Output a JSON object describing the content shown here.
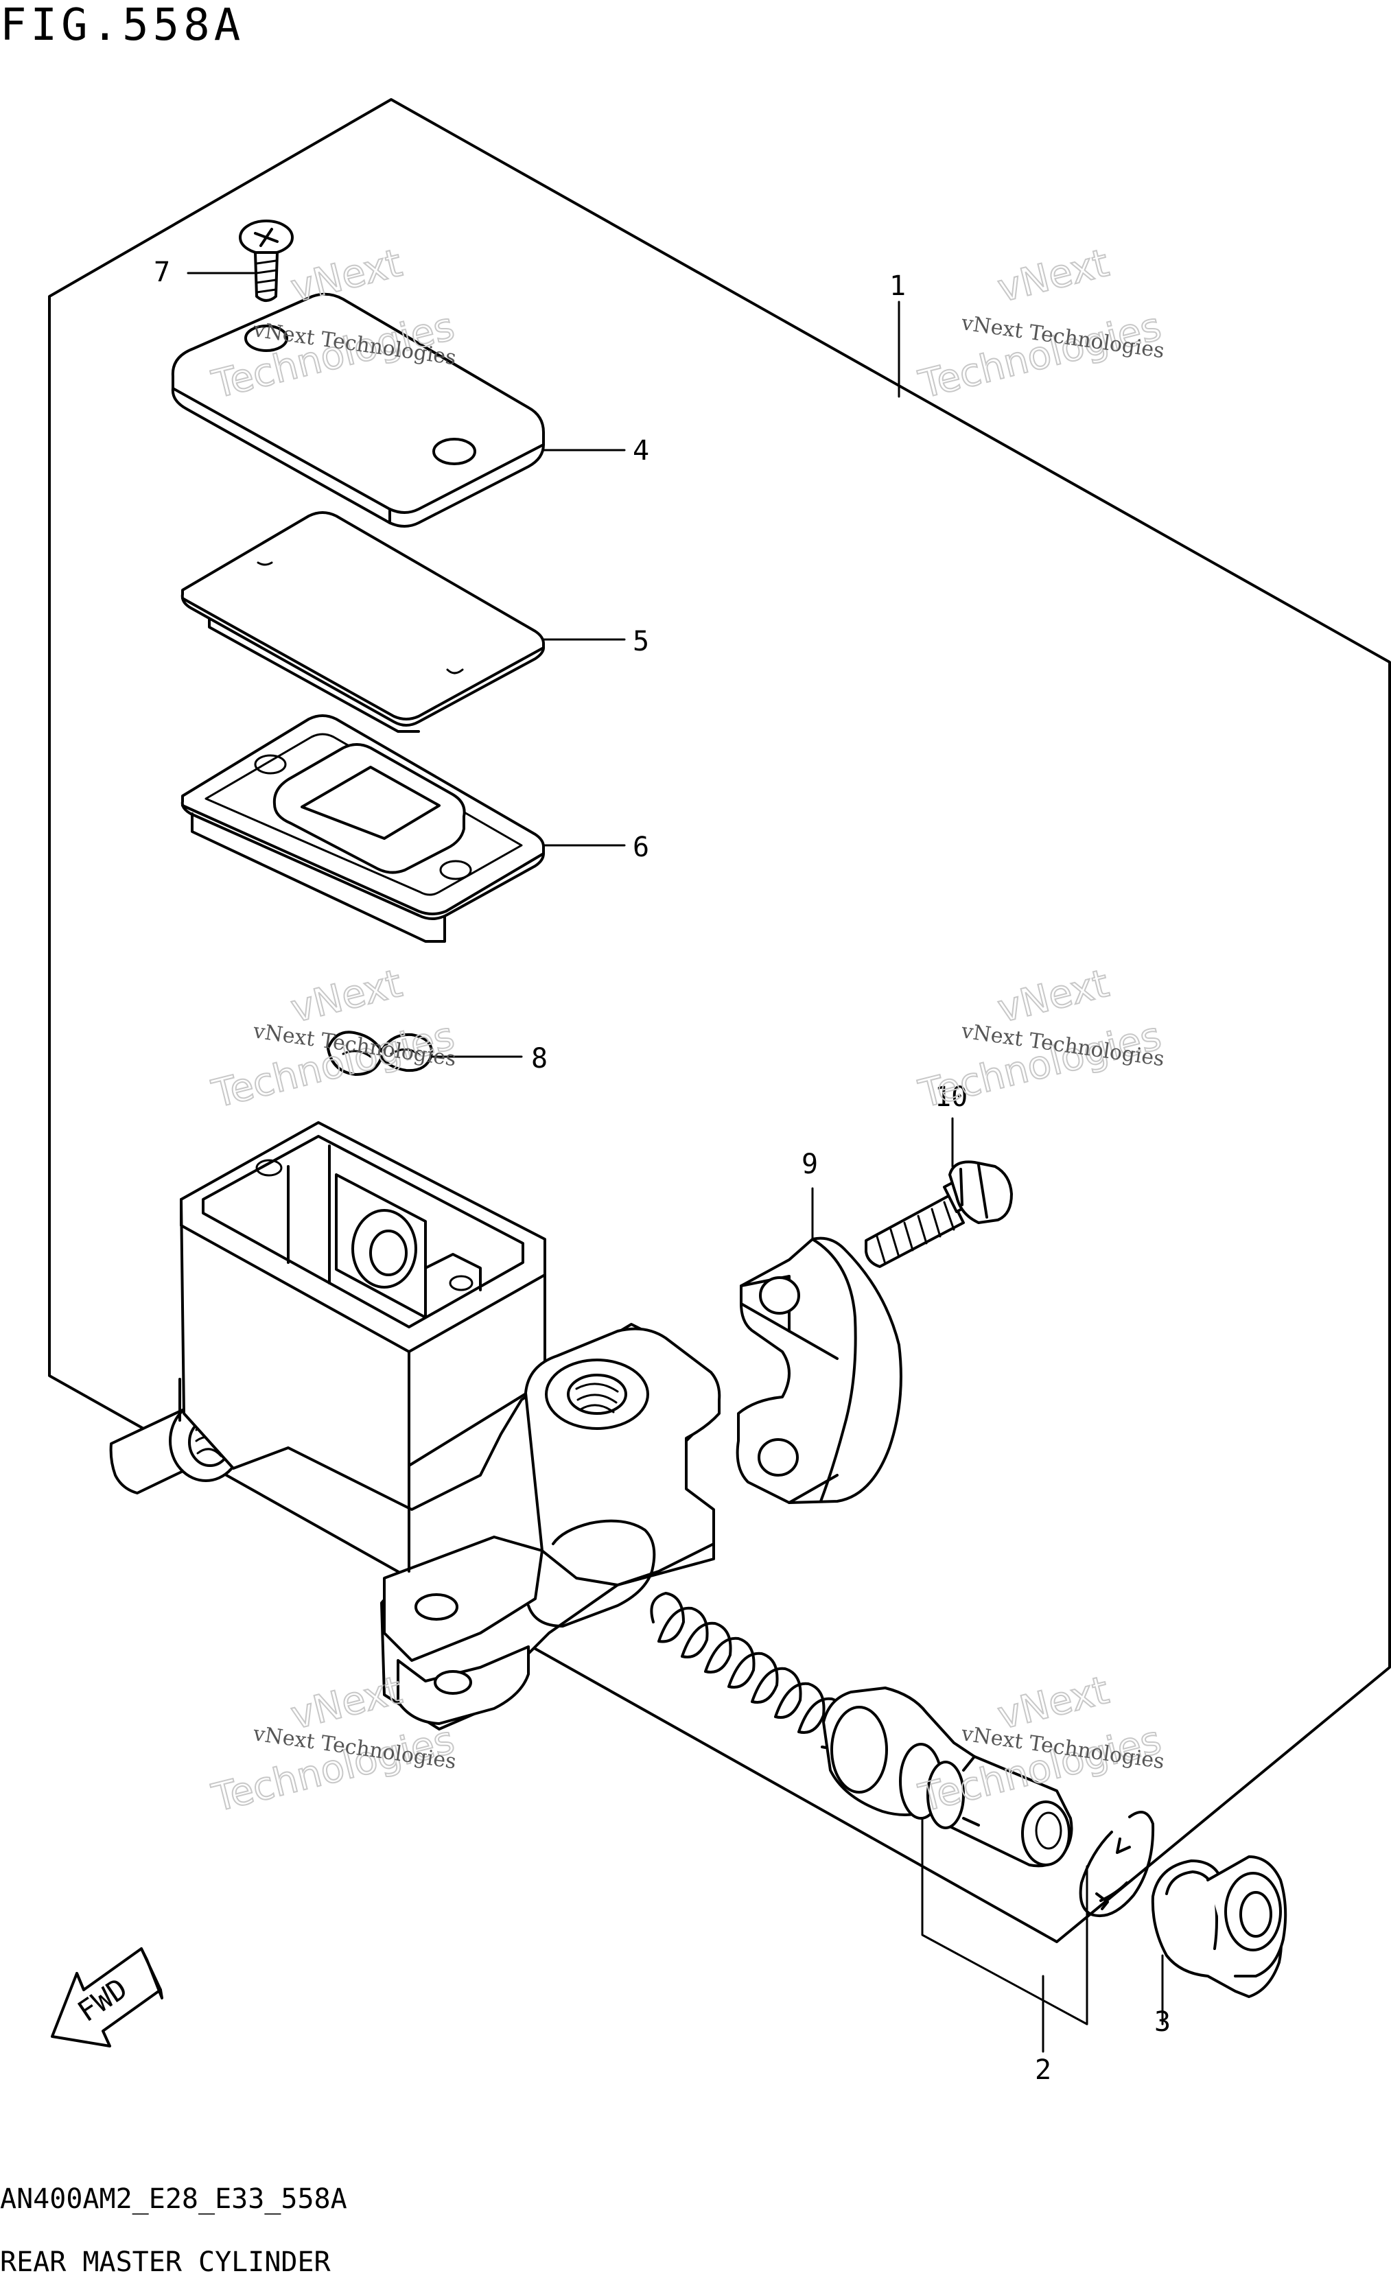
{
  "figure_title": "FIG.558A",
  "footer": {
    "model_code": "AN400AM2_E28_E33_558A",
    "caption": "REAR MASTER CYLINDER"
  },
  "watermark": {
    "line1": "vNext Technologies",
    "line2a": "vNext",
    "line2b": "Technologies"
  },
  "callouts": [
    "1",
    "2",
    "3",
    "4",
    "5",
    "6",
    "7",
    "8",
    "9",
    "10"
  ],
  "fwd_label": "FWD"
}
